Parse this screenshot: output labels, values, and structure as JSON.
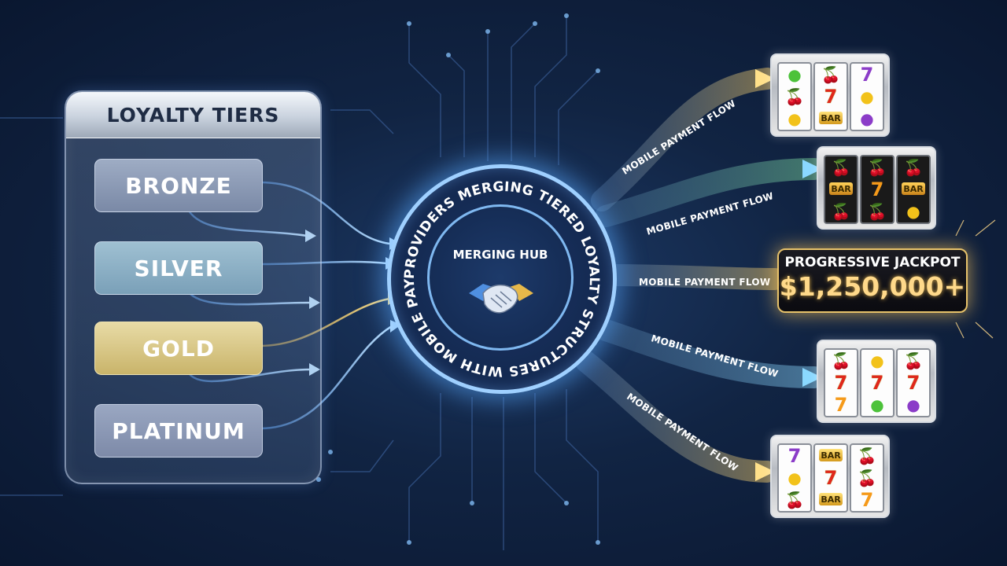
{
  "tiers_panel": {
    "title": "LOYALTY TIERS",
    "tiers": [
      {
        "label": "BRONZE"
      },
      {
        "label": "SILVER"
      },
      {
        "label": "GOLD"
      },
      {
        "label": "PLATINUM"
      }
    ]
  },
  "hub": {
    "title": "MERGING HUB",
    "ring_text": "PROVIDERS MERGING TIERED LOYALTY STRUCTURES WITH MOBILE PAYMENT"
  },
  "flows": [
    {
      "label": "MOBILE PAYMENT FLOW"
    },
    {
      "label": "MOBILE PAYMENT FLOW"
    },
    {
      "label": "MOBILE PAYMENT FLOW"
    },
    {
      "label": "MOBILE PAYMENT FLOW"
    },
    {
      "label": "MOBILE PAYMENT FLOW"
    }
  ],
  "jackpot": {
    "label": "PROGRESSIVE JACKPOT",
    "amount": "$1,250,000+"
  },
  "slot_symbols": {
    "bar": "BAR",
    "seven": "7"
  },
  "colors": {
    "accent_blue": "#7fc4ff",
    "gold": "#e7c26a",
    "green_flow": "#7fd28a"
  }
}
